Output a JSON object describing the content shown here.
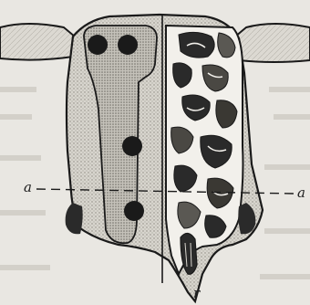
{
  "labels": {
    "section_left": "a",
    "section_right": "a",
    "bottom": "r"
  },
  "colors": {
    "paper": "#e9e7e2",
    "ink": "#1a1a1a",
    "hatch": "#b8b5ad",
    "dark_fill": "#2a2a2a"
  }
}
